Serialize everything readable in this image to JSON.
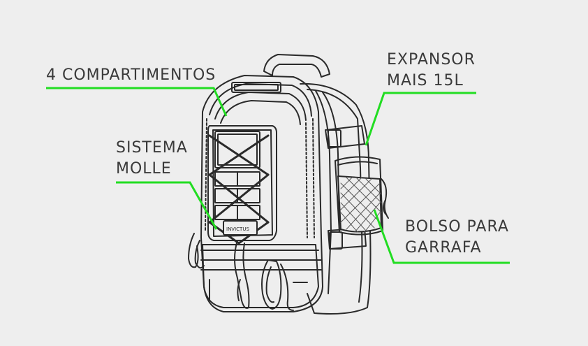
{
  "labels": {
    "compartments": "4 COMPARTIMENTOS",
    "expander": [
      "EXPANSOR",
      "MAIS 15L"
    ],
    "molle": [
      "SISTEMA",
      "MOLLE"
    ],
    "bottle_pocket": [
      "BOLSO PARA",
      "GARRAFA"
    ]
  },
  "brand_text": "INVICTUS",
  "colors": {
    "background": "#eeeeee",
    "leader_line": "#22dd22",
    "outline": "#2a2a2a",
    "text": "#3a3a3a"
  }
}
